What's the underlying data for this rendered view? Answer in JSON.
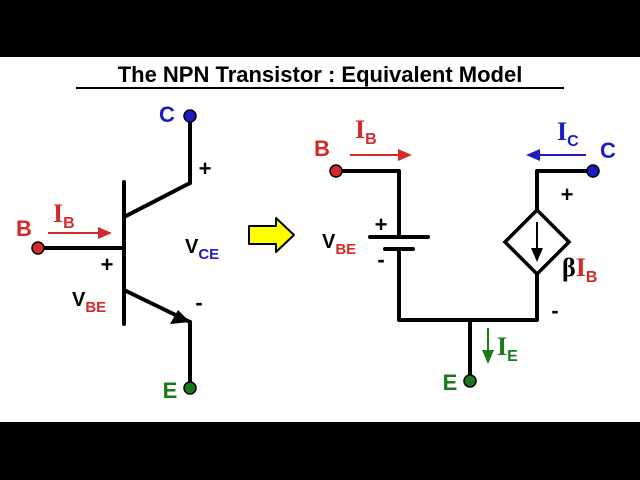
{
  "title": "The NPN Transistor : Equivalent Model",
  "colors": {
    "black": "#000000",
    "red": "#d42a2a",
    "blue": "#1c1cc0",
    "green": "#1a7a1a",
    "arrow_fill": "#ffff00"
  },
  "left": {
    "terminal_c": "C",
    "terminal_b": "B",
    "terminal_e": "E",
    "ib": {
      "main": "I",
      "sub": "B"
    },
    "vce": {
      "main": "V",
      "sub": "CE"
    },
    "vbe": {
      "main": "V",
      "sub": "BE"
    },
    "plus_base": "+",
    "plus_collector": "+",
    "minus_emitter": "-"
  },
  "right": {
    "terminal_b": "B",
    "terminal_c": "C",
    "terminal_e": "E",
    "ib": {
      "main": "I",
      "sub": "B"
    },
    "ic": {
      "main": "I",
      "sub": "C"
    },
    "ie": {
      "main": "I",
      "sub": "E"
    },
    "vbe": {
      "main": "V",
      "sub": "BE"
    },
    "battery_plus": "+",
    "battery_minus": "-",
    "source_plus": "+",
    "source_minus": "-",
    "source_label": {
      "beta": "β",
      "main": "I",
      "sub": "B"
    }
  },
  "icons": {
    "arrow": "right-arrow-icon",
    "source": "dependent-current-source-icon"
  }
}
